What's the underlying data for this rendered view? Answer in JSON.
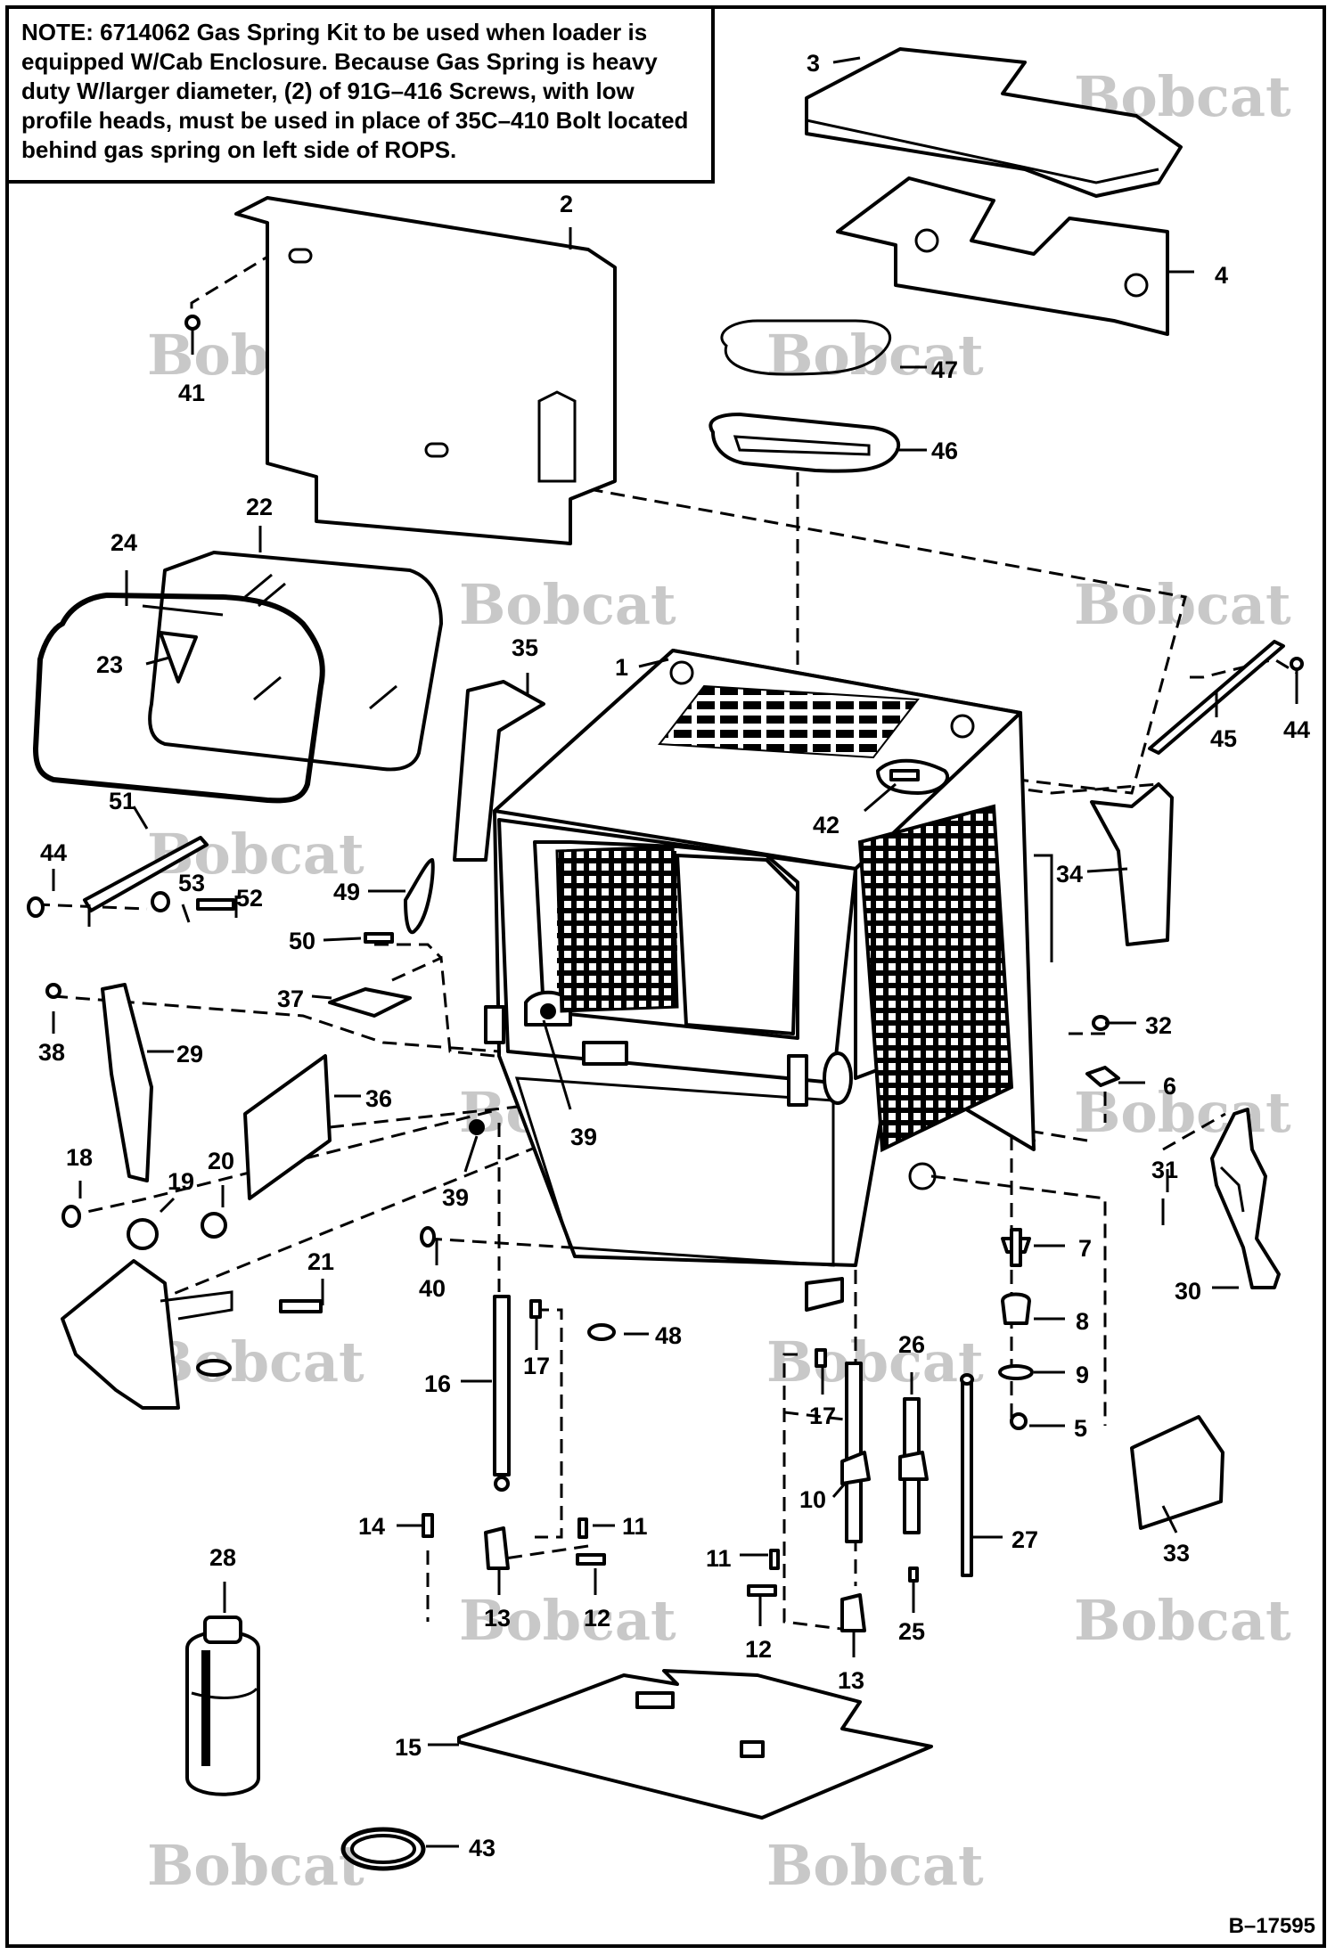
{
  "note": {
    "label": "NOTE:",
    "text": "6714062 Gas Spring Kit to be used when loader is equipped W/Cab Enclosure. Because Gas Spring is heavy duty W/larger diameter, (2) of 91G–416 Screws, with low profile heads, must be used in place of 35C–410 Bolt located behind gas spring on left side of ROPS."
  },
  "watermark": {
    "text": "Bobcat"
  },
  "document_number": "B–17595",
  "callouts": [
    {
      "label": "1"
    },
    {
      "label": "2"
    },
    {
      "label": "3"
    },
    {
      "label": "4"
    },
    {
      "label": "5"
    },
    {
      "label": "6"
    },
    {
      "label": "7"
    },
    {
      "label": "8"
    },
    {
      "label": "9"
    },
    {
      "label": "10"
    },
    {
      "label": "11"
    },
    {
      "label": "11"
    },
    {
      "label": "12"
    },
    {
      "label": "12"
    },
    {
      "label": "13"
    },
    {
      "label": "13"
    },
    {
      "label": "14"
    },
    {
      "label": "15"
    },
    {
      "label": "16"
    },
    {
      "label": "17"
    },
    {
      "label": "17"
    },
    {
      "label": "18"
    },
    {
      "label": "19"
    },
    {
      "label": "20"
    },
    {
      "label": "21"
    },
    {
      "label": "22"
    },
    {
      "label": "23"
    },
    {
      "label": "24"
    },
    {
      "label": "25"
    },
    {
      "label": "26"
    },
    {
      "label": "27"
    },
    {
      "label": "28"
    },
    {
      "label": "29"
    },
    {
      "label": "30"
    },
    {
      "label": "31"
    },
    {
      "label": "32"
    },
    {
      "label": "33"
    },
    {
      "label": "34"
    },
    {
      "label": "35"
    },
    {
      "label": "36"
    },
    {
      "label": "37"
    },
    {
      "label": "38"
    },
    {
      "label": "39"
    },
    {
      "label": "39"
    },
    {
      "label": "40"
    },
    {
      "label": "41"
    },
    {
      "label": "42"
    },
    {
      "label": "43"
    },
    {
      "label": "44"
    },
    {
      "label": "44"
    },
    {
      "label": "45"
    },
    {
      "label": "46"
    },
    {
      "label": "47"
    },
    {
      "label": "48"
    },
    {
      "label": "49"
    },
    {
      "label": "50"
    },
    {
      "label": "51"
    },
    {
      "label": "52"
    },
    {
      "label": "53"
    }
  ]
}
